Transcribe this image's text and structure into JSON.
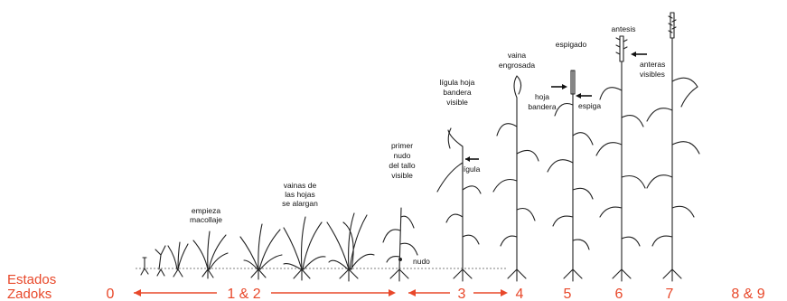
{
  "stage_labels": {
    "empieza_macollaje": [
      "empieza",
      "macollaje"
    ],
    "vainas": [
      "vainas de",
      "las hojas",
      "se alargan"
    ],
    "primer_nudo": [
      "primer",
      "nudo",
      "del tallo",
      "visible"
    ],
    "nudo": "nudo",
    "ligula_hoja": [
      "lígula hoja",
      "bandera",
      "visible"
    ],
    "ligula": "lígula",
    "vaina_engrosada": [
      "vaina",
      "engrosada"
    ],
    "espigado": "espigado",
    "hoja_bandera": [
      "hoja",
      "bandera"
    ],
    "espiga": "espiga",
    "antesis": "antesis",
    "anteras": [
      "anteras",
      "visibles"
    ]
  },
  "zadoks": {
    "title_line1": "Estados",
    "title_line2": "Zadoks",
    "numbers": [
      "0",
      "1 & 2",
      "3",
      "4",
      "5",
      "6",
      "7",
      "8 & 9"
    ]
  },
  "colors": {
    "zadoks": "#e8482a",
    "ink": "#222222"
  }
}
